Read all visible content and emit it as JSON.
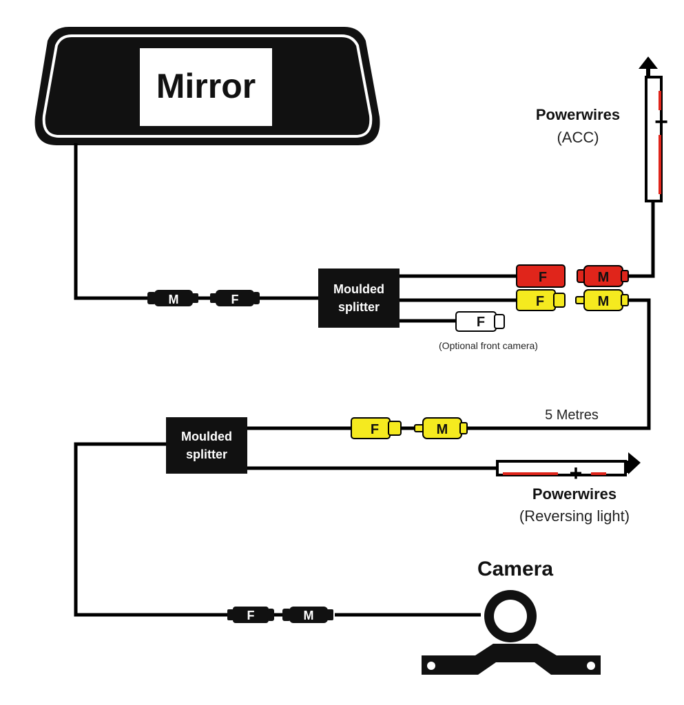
{
  "mirror": {
    "label": "Mirror"
  },
  "splitter_top": {
    "line1": "Moulded",
    "line2": "splitter"
  },
  "splitter_bottom": {
    "line1": "Moulded",
    "line2": "splitter"
  },
  "power_acc": {
    "title": "Powerwires",
    "subtitle": "(ACC)",
    "plus": "+"
  },
  "power_reverse": {
    "title": "Powerwires",
    "subtitle": "(Reversing light)",
    "plus": "+"
  },
  "optional_front": {
    "label": "(Optional front camera)"
  },
  "cable_length": {
    "label": "5 Metres"
  },
  "camera": {
    "label": "Camera"
  },
  "connectors": {
    "mirror_m": "M",
    "mirror_f": "F",
    "red_f": "F",
    "red_m": "M",
    "yellow_f_top": "F",
    "yellow_m_top": "M",
    "white_f": "F",
    "yellow_f_mid": "F",
    "yellow_m_mid": "M",
    "camera_f": "F",
    "camera_m": "M"
  },
  "colors": {
    "wire": "#000000",
    "red": "#e0251b",
    "yellow": "#f5ea1f",
    "white": "#ffffff",
    "black": "#1a1a1a"
  }
}
